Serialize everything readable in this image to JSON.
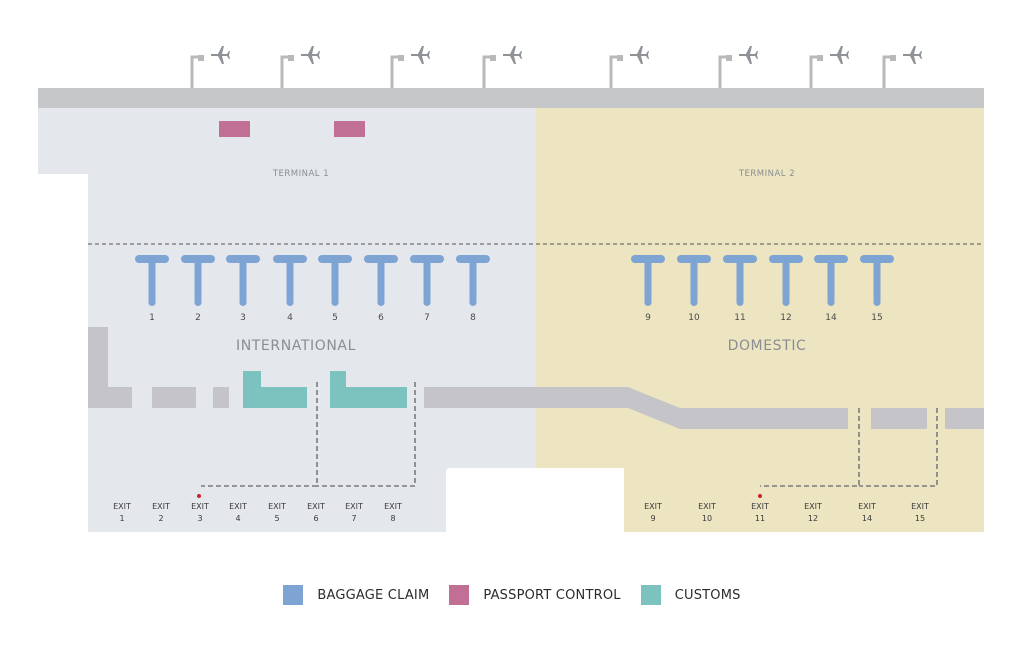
{
  "colors": {
    "baggage": "#7ea4d4",
    "passport": "#c16f95",
    "customs": "#7cc2bf",
    "terminal1": "#e4e7ec",
    "terminal2": "#ede5c1",
    "corridor": "#c5c5c9",
    "roof": "#c5c7c9",
    "gate": "#b7b9bb",
    "plane": "#8f9296",
    "marker": "#d0202a"
  },
  "terminals": {
    "t1": "TERMINAL 1",
    "t2": "TERMINAL 2"
  },
  "areas": {
    "international": "INTERNATIONAL",
    "domestic": "DOMESTIC"
  },
  "icons": {
    "plane": "airplane-icon",
    "marker": "location-dot-icon"
  },
  "baggage_belts": {
    "international": [
      "1",
      "2",
      "3",
      "4",
      "5",
      "6",
      "7",
      "8"
    ],
    "domestic": [
      "9",
      "10",
      "11",
      "12",
      "14",
      "15"
    ]
  },
  "exits": {
    "word": "EXIT",
    "international": [
      "1",
      "2",
      "3",
      "4",
      "5",
      "6",
      "7",
      "8"
    ],
    "domestic": [
      "9",
      "10",
      "11",
      "12",
      "14",
      "15"
    ]
  },
  "legend": [
    {
      "label": "BAGGAGE CLAIM",
      "color": "#7ea4d4"
    },
    {
      "label": "PASSPORT CONTROL",
      "color": "#c16f95"
    },
    {
      "label": "CUSTOMS",
      "color": "#7cc2bf"
    }
  ]
}
